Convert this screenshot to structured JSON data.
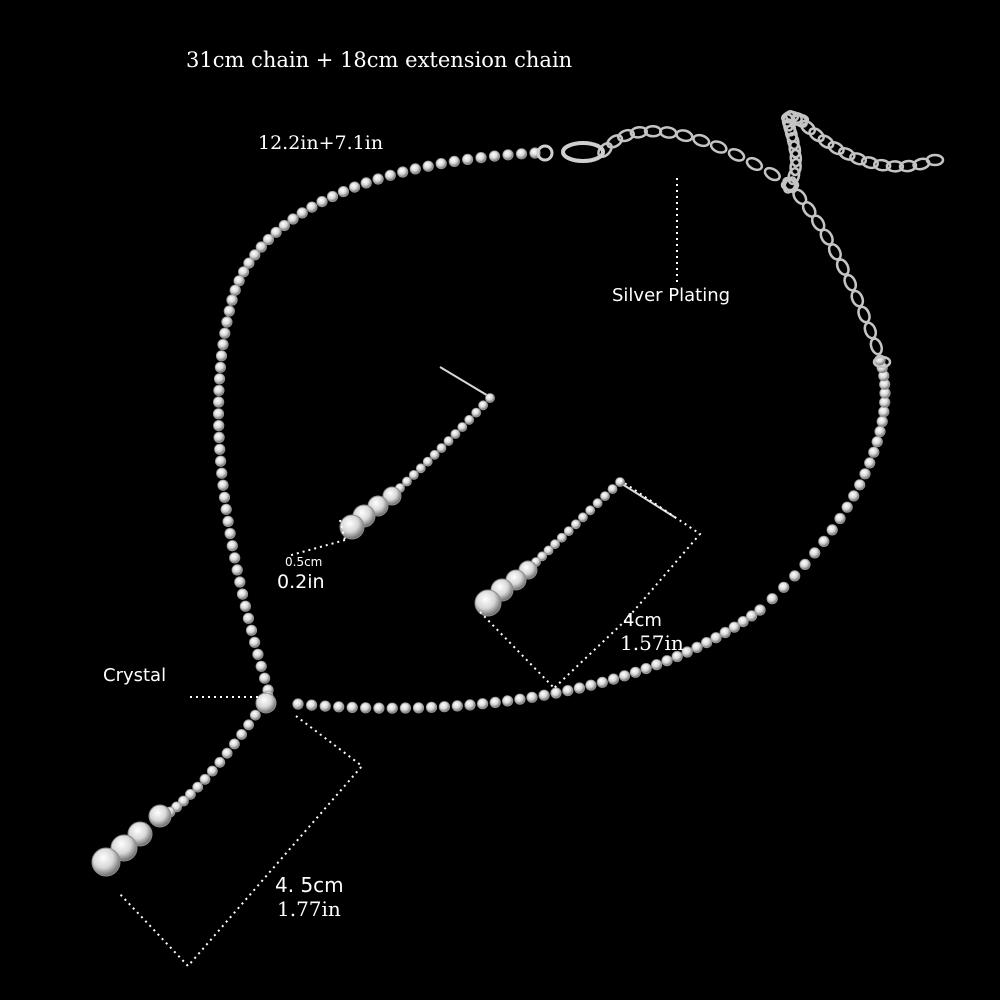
{
  "labels": {
    "chain_length_cm": "31cm chain + 18cm extension chain",
    "chain_length_in": "12.2in+7.1in",
    "plating": "Silver Plating",
    "stone": "Crystal",
    "stud_size_cm": "0.5cm",
    "stud_size_in": "0.2in",
    "earring_length_cm": "4cm",
    "earring_length_in": "1.57in",
    "pendant_length_cm": "4. 5cm",
    "pendant_length_in": "1.77in"
  },
  "colors": {
    "background": "#000000",
    "text": "#ffffff",
    "metal": "#c9c9c9",
    "crystal": "#f4f4f4"
  }
}
